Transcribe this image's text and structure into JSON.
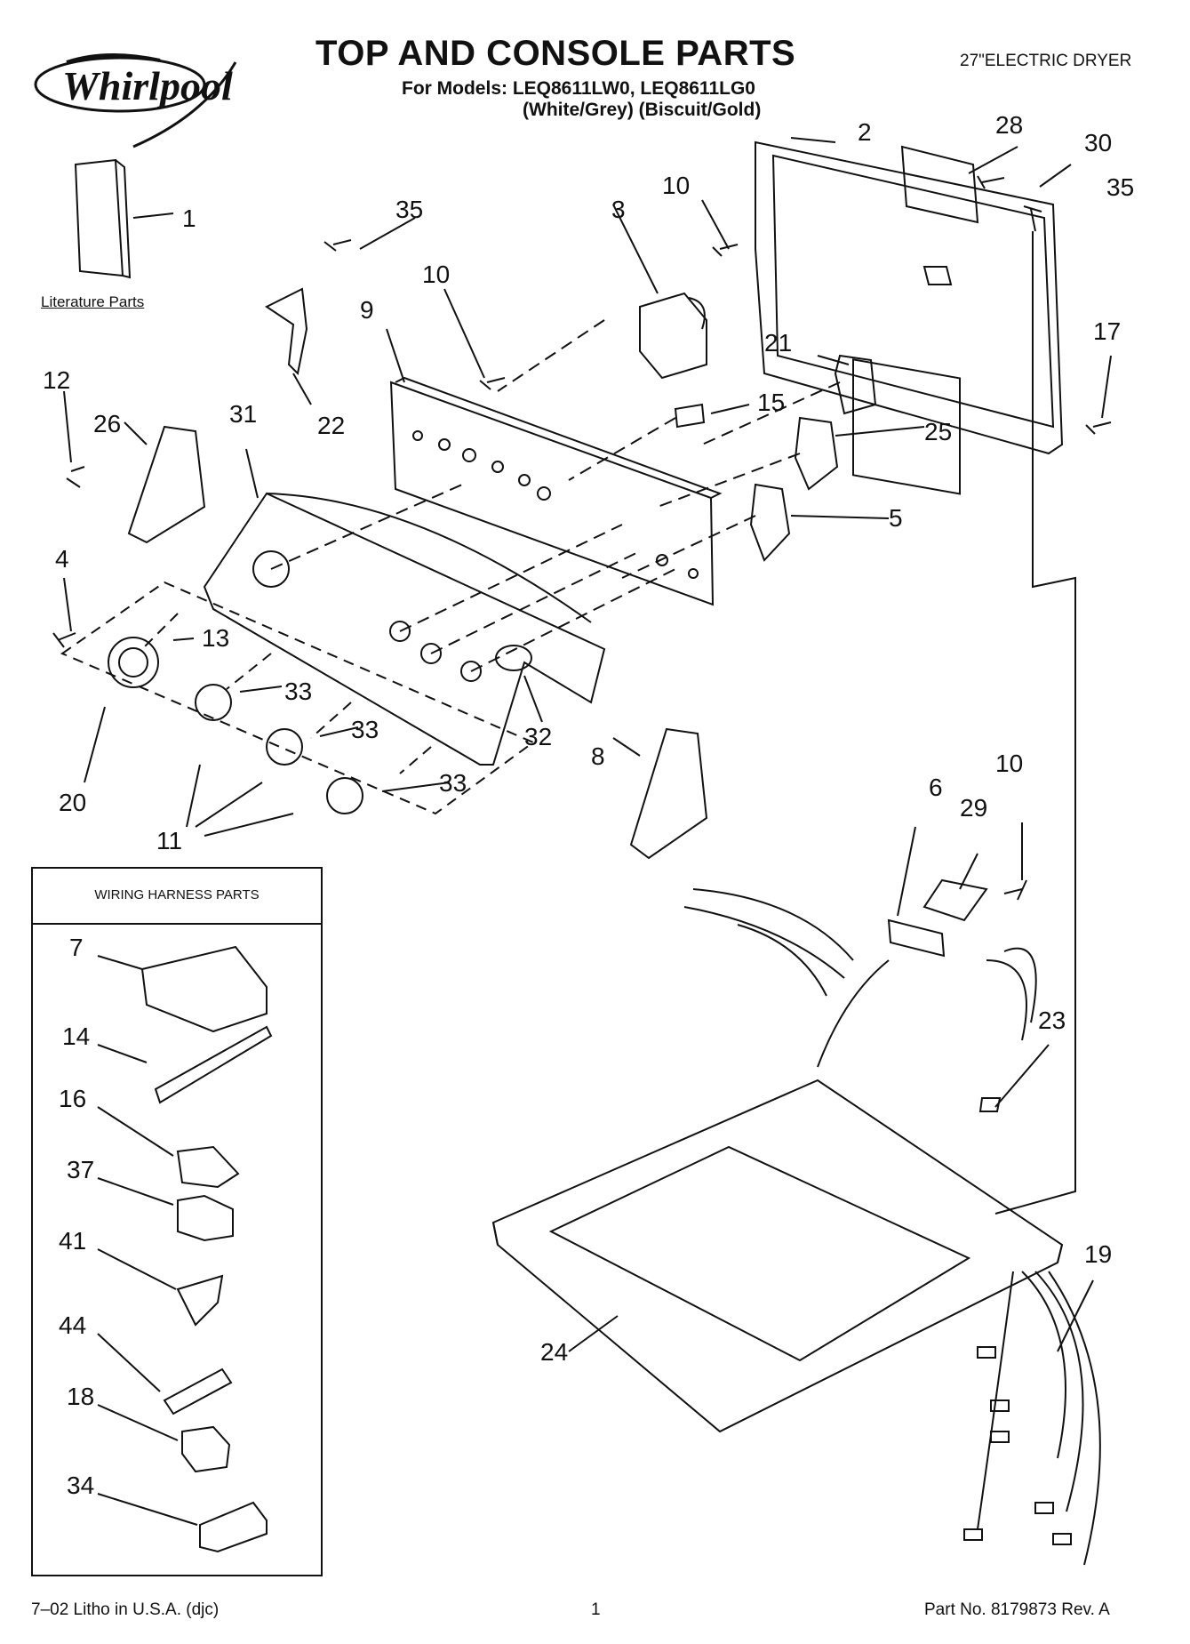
{
  "header": {
    "brand": "Whirlpool",
    "title": "TOP AND CONSOLE PARTS",
    "models_line": "For Models: LEQ8611LW0, LEQ8611LG0",
    "colors_line": "(White/Grey)  (Biscuit/Gold)",
    "product": "27\"ELECTRIC DRYER"
  },
  "literature_label": "Literature Parts",
  "harness": {
    "heading": "WIRING HARNESS PARTS",
    "parts": [
      "7",
      "14",
      "16",
      "37",
      "41",
      "44",
      "18",
      "34"
    ]
  },
  "callouts": [
    "1",
    "2",
    "28",
    "30",
    "35",
    "3",
    "10",
    "35",
    "10",
    "9",
    "21",
    "15",
    "25",
    "5",
    "17",
    "12",
    "26",
    "31",
    "22",
    "4",
    "13",
    "33",
    "33",
    "33",
    "32",
    "8",
    "20",
    "11",
    "6",
    "29",
    "10",
    "23",
    "19",
    "24"
  ],
  "footer": {
    "left": "7–02 Litho in U.S.A. (djc)",
    "page": "1",
    "right": "Part No. 8179873 Rev. A"
  }
}
